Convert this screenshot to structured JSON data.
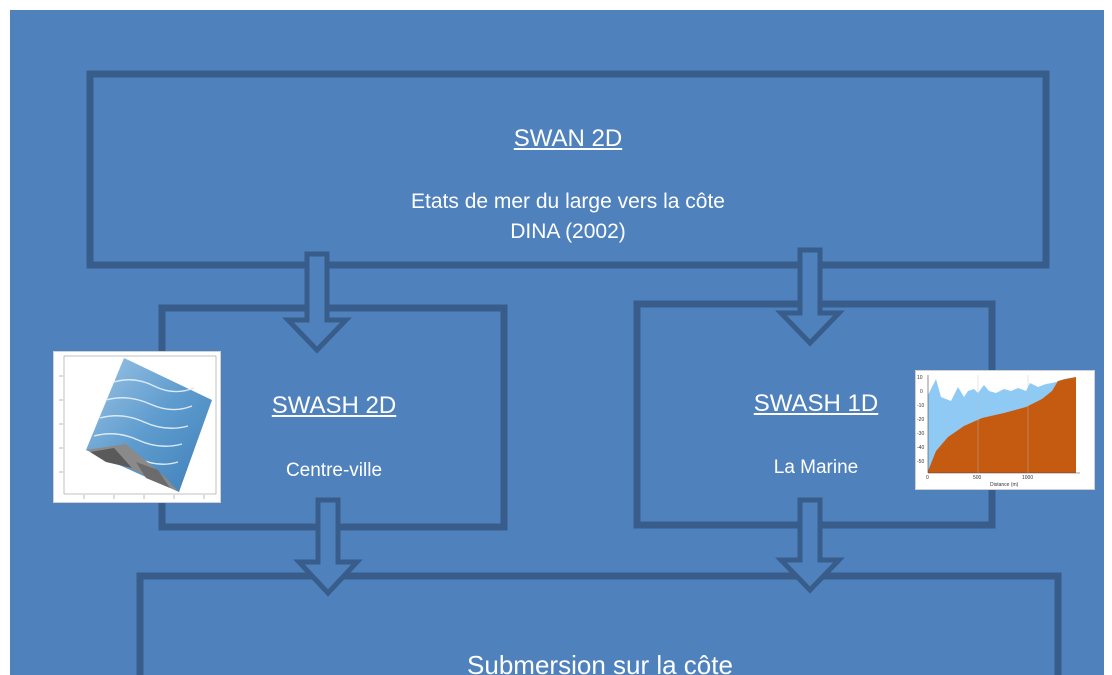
{
  "swan": {
    "title": "SWAN 2D",
    "line1": "Etats de mer du large vers la côte",
    "line2": "DINA (2002)"
  },
  "swash2d": {
    "title": "SWASH 2D",
    "subtitle": "Centre-ville"
  },
  "swash1d": {
    "title": "SWASH 1D",
    "subtitle": "La Marine",
    "xlabel": "Distance (m)",
    "xticks": [
      "0",
      "500",
      "1000"
    ],
    "yticks": [
      "10",
      "0",
      "-10",
      "-20",
      "-30",
      "-40",
      "-50"
    ]
  },
  "submersion": {
    "label": "Submersion sur la côte"
  },
  "colors": {
    "background": "#4f81bd",
    "box_stroke": "#385d8a",
    "arrow_fill": "#4f81bd",
    "text": "#ffffff",
    "profile_water": "#8fcaf5",
    "profile_land": "#c55a11"
  }
}
